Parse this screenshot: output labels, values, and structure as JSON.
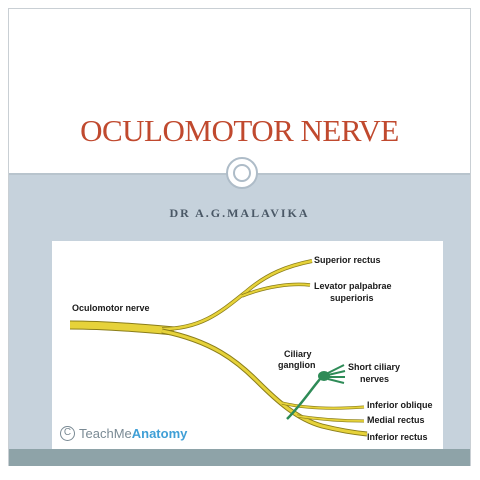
{
  "slide": {
    "title": "OCULOMOTOR NERVE",
    "author": "DR A.G.MALAVIKA"
  },
  "figure": {
    "main_label": "Oculomotor nerve",
    "labels": {
      "superior_rectus": "Superior rectus",
      "levator_1": "Levator palpabrae",
      "levator_2": "superioris",
      "ciliary_1": "Ciliary",
      "ciliary_2": "ganglion",
      "short_ciliary_1": "Short ciliary",
      "short_ciliary_2": "nerves",
      "inferior_oblique": "Inferior oblique",
      "medial_rectus": "Medial rectus",
      "inferior_rectus": "Inferior rectus"
    },
    "watermark": {
      "symbol": "C",
      "prefix": "TeachMe",
      "strong": "Anatomy"
    },
    "colors": {
      "nerve": "#e6d23a",
      "nerve_edge": "#8a7d1a",
      "ganglion": "#2e8b57"
    }
  }
}
